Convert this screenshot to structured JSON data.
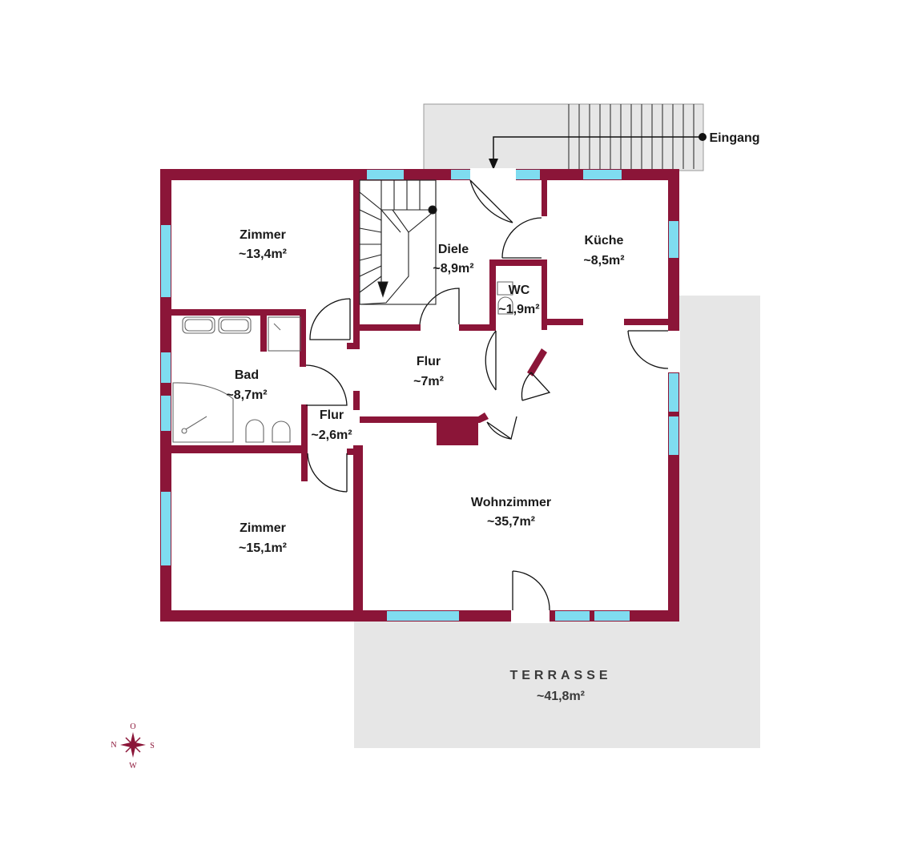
{
  "rooms": {
    "zimmer_top": {
      "name": "Zimmer",
      "area": "~13,4m²"
    },
    "diele": {
      "name": "Diele",
      "area": "~8,9m²"
    },
    "kueche": {
      "name": "Küche",
      "area": "~8,5m²"
    },
    "wc": {
      "name": "WC",
      "area": "~1,9m²"
    },
    "bad": {
      "name": "Bad",
      "area": "~8,7m²"
    },
    "flur_main": {
      "name": "Flur",
      "area": "~7m²"
    },
    "flur_small": {
      "name": "Flur",
      "area": "~2,6m²"
    },
    "zimmer_bottom": {
      "name": "Zimmer",
      "area": "~15,1m²"
    },
    "wohnzimmer": {
      "name": "Wohnzimmer",
      "area": "~35,7m²"
    }
  },
  "terrace": {
    "name": "TERRASSE",
    "area": "~41,8m²"
  },
  "entrance": {
    "label": "Eingang"
  },
  "compass": {
    "north": "N",
    "south": "S",
    "top": "O",
    "bottom": "W"
  },
  "colors": {
    "wall": "#8b1538",
    "window": "#7fdcf0",
    "terrace": "#e6e6e6",
    "landing": "#e6e6e6"
  }
}
